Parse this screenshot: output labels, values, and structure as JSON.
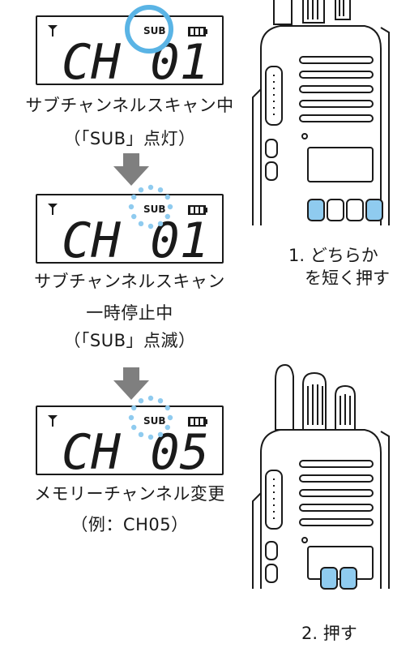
{
  "displays": [
    {
      "sub": "SUB",
      "channel": "CH 01",
      "caption_lines": [
        "サブチャンネルスキャン中",
        "（「SUB」点灯）"
      ]
    },
    {
      "sub": "SUB",
      "channel": "CH 01",
      "caption_lines": [
        "サブチャンネルスキャン",
        "一時停止中",
        "（「SUB」点滅）"
      ]
    },
    {
      "sub": "SUB",
      "channel": "CH 05",
      "caption_lines": [
        "メモリーチャンネル変更",
        "（例：CH05）"
      ]
    }
  ],
  "steps": [
    {
      "lines": [
        "1. どちらか",
        "を短く押す"
      ]
    },
    {
      "lines": [
        "2. 押す"
      ]
    }
  ],
  "colors": {
    "highlight": "#5ab4e5",
    "key_fill": "#8fcbef",
    "arrow": "#7f7f7f",
    "ink": "#1a1a1a"
  }
}
